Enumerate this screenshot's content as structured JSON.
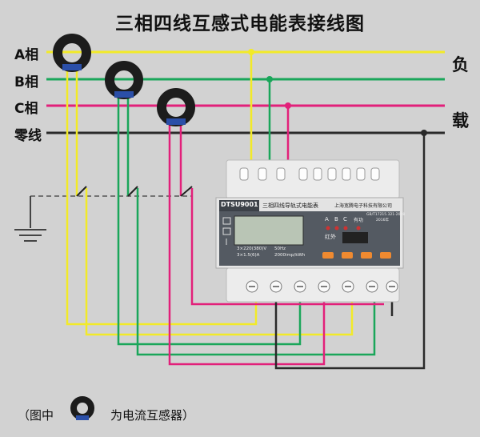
{
  "title": "三相四线互感式电能表接线图",
  "lines": {
    "a_label": "A相",
    "b_label": "B相",
    "c_label": "C相",
    "n_label": "零线"
  },
  "load": {
    "top": "负",
    "bottom": "载"
  },
  "meter": {
    "model": "DTSU9001",
    "name": "三相四线导轨式电能表",
    "maker": "上海宽腾电子科技有限公司",
    "standard": "GB/T17215.321-2008",
    "year": "2016年",
    "phase_a": "A",
    "phase_b": "B",
    "phase_c": "C",
    "active": "有功",
    "infrared": "红外",
    "spec1": "3×220(380)V",
    "spec2": "3×1.5(6)A",
    "freq": "50Hz",
    "constant": "2000imp/kWh"
  },
  "caption": {
    "before": "（图中",
    "after": "为电流互感器）"
  },
  "colors": {
    "a": "#f2ea28",
    "b": "#1aa65a",
    "c": "#e2207a",
    "n": "#2a2a2a",
    "background": "#d2d2d2",
    "meter_body": "#e8e8e8",
    "meter_panel": "#545a62",
    "orange_button": "#f08a30"
  },
  "icons": [
    "current-transformer-icon",
    "ground-icon",
    "switch-icon",
    "led-icon"
  ]
}
